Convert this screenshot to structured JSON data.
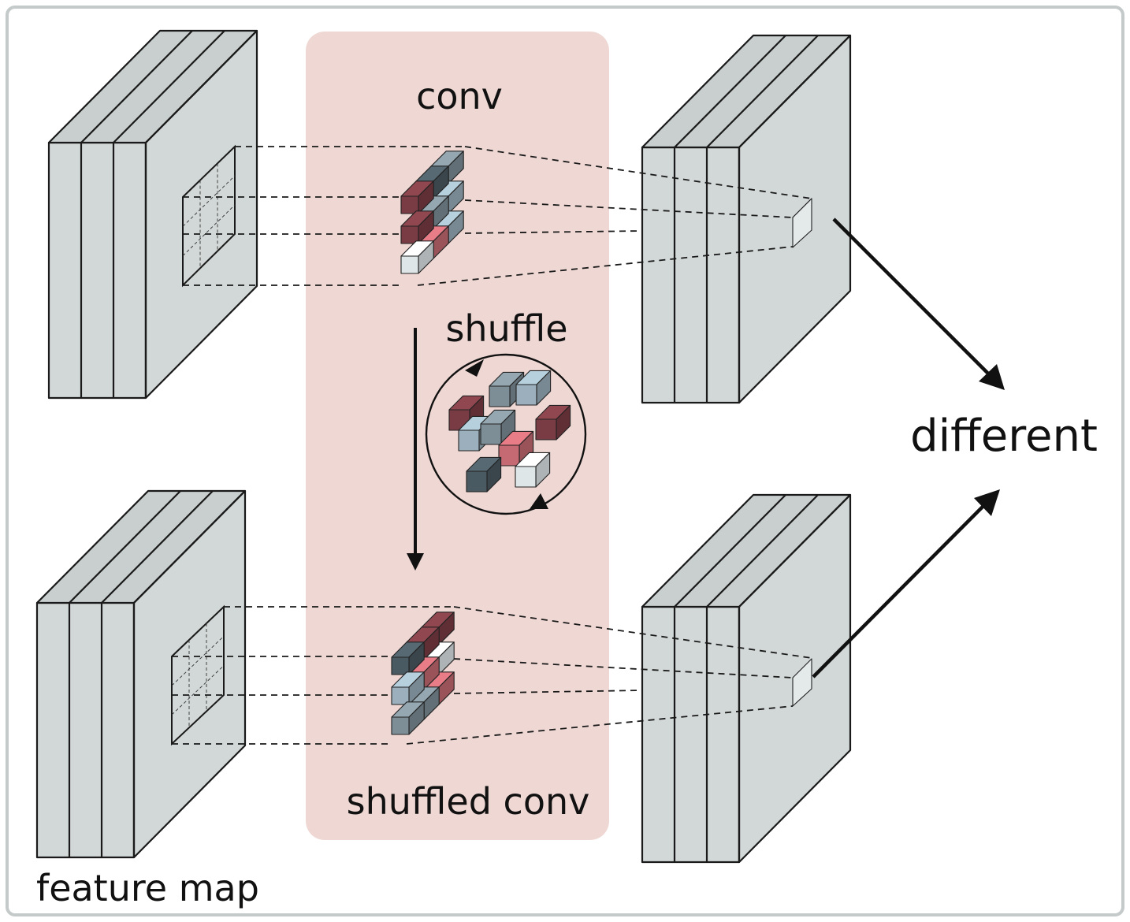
{
  "labels": {
    "conv": "conv",
    "shuffle": "shuffle",
    "shuffled_conv": "shuffled conv",
    "different": "different",
    "feature_map": "feature map"
  },
  "colors": {
    "frame": "#c4c9c9",
    "panel": "#efd8d4",
    "slab_face": "#d2d8d7",
    "slab_top": "#c8cfce",
    "dark_slate": "#4a5a62",
    "mid_slate": "#7e8e97",
    "light_blue": "#9bb0bc",
    "maroon": "#7a3c44",
    "pink": "#c56a72",
    "pale": "#dfe6e8",
    "gray": "#8e9496"
  },
  "kernels": {
    "conv": [
      "mid_slate",
      "light_blue",
      "light_blue",
      "dark_slate",
      "mid_slate",
      "pink",
      "maroon",
      "maroon",
      "pale",
      "gray",
      "mid_slate",
      "pale"
    ],
    "shuffled": [
      "maroon",
      "pale",
      "pink",
      "maroon",
      "pink",
      "mid_slate",
      "dark_slate",
      "light_blue",
      "mid_slate",
      "pink",
      "light_blue",
      "gray"
    ]
  }
}
